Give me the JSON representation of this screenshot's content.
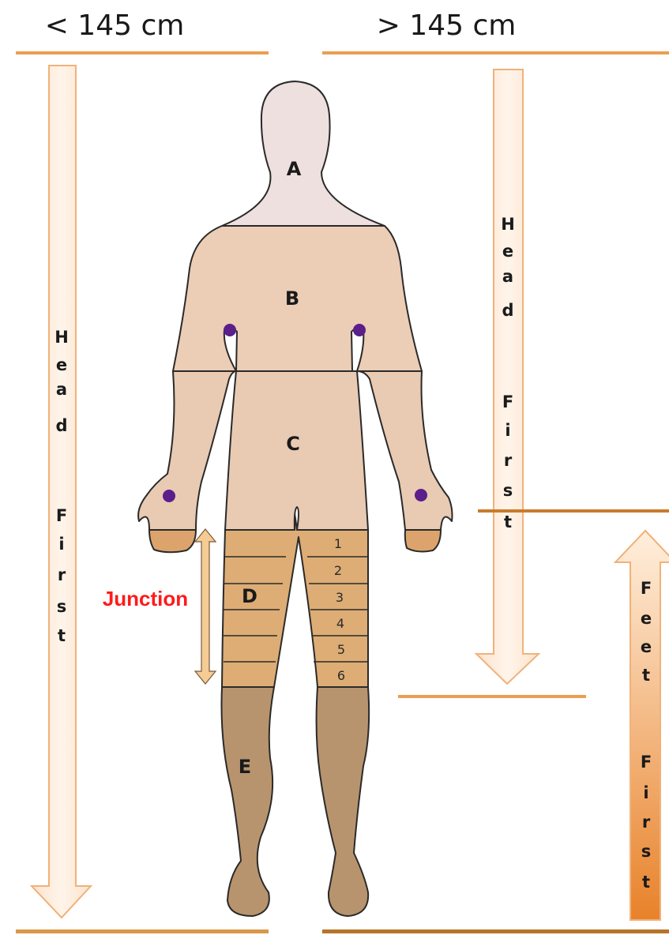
{
  "headers": {
    "left": "< 145 cm",
    "right": "> 145 cm"
  },
  "arrows": {
    "left_head_first": "HeadFirst",
    "right_head_first": "HeadFirst",
    "right_feet_first": "FeetFirst"
  },
  "segments": {
    "a": "A",
    "b": "B",
    "c": "C",
    "d": "D",
    "e": "E"
  },
  "thigh_bands": [
    "1",
    "2",
    "3",
    "4",
    "5",
    "6"
  ],
  "junction_label": "Junction",
  "colors": {
    "header_rule": "#eb9e52",
    "bottom_rule": "#c87c2c",
    "head": "#ede0de",
    "torso": "#eccdb6",
    "abdomen": "#e9cab2",
    "hands": "#dca46c",
    "thigh": "#ddad75",
    "legs": "#b8946e",
    "outline": "#2a2a2a",
    "marker_dot": "#5a1f8a",
    "arrow_fill": "#fde8d4",
    "arrow_stroke": "#f0b27a",
    "feet_arrow_top": "#ffefdd",
    "feet_arrow_bottom": "#e8822a",
    "junction_arrow": "#f4cc94",
    "junction_text": "#ff1a1a"
  }
}
